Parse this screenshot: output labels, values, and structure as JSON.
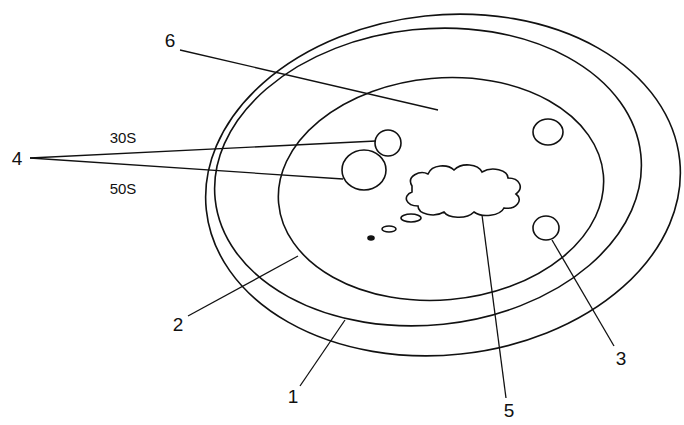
{
  "diagram": {
    "labels": [
      "6",
      "30S",
      "4",
      "50S",
      "2",
      "1",
      "3",
      "5"
    ]
  }
}
